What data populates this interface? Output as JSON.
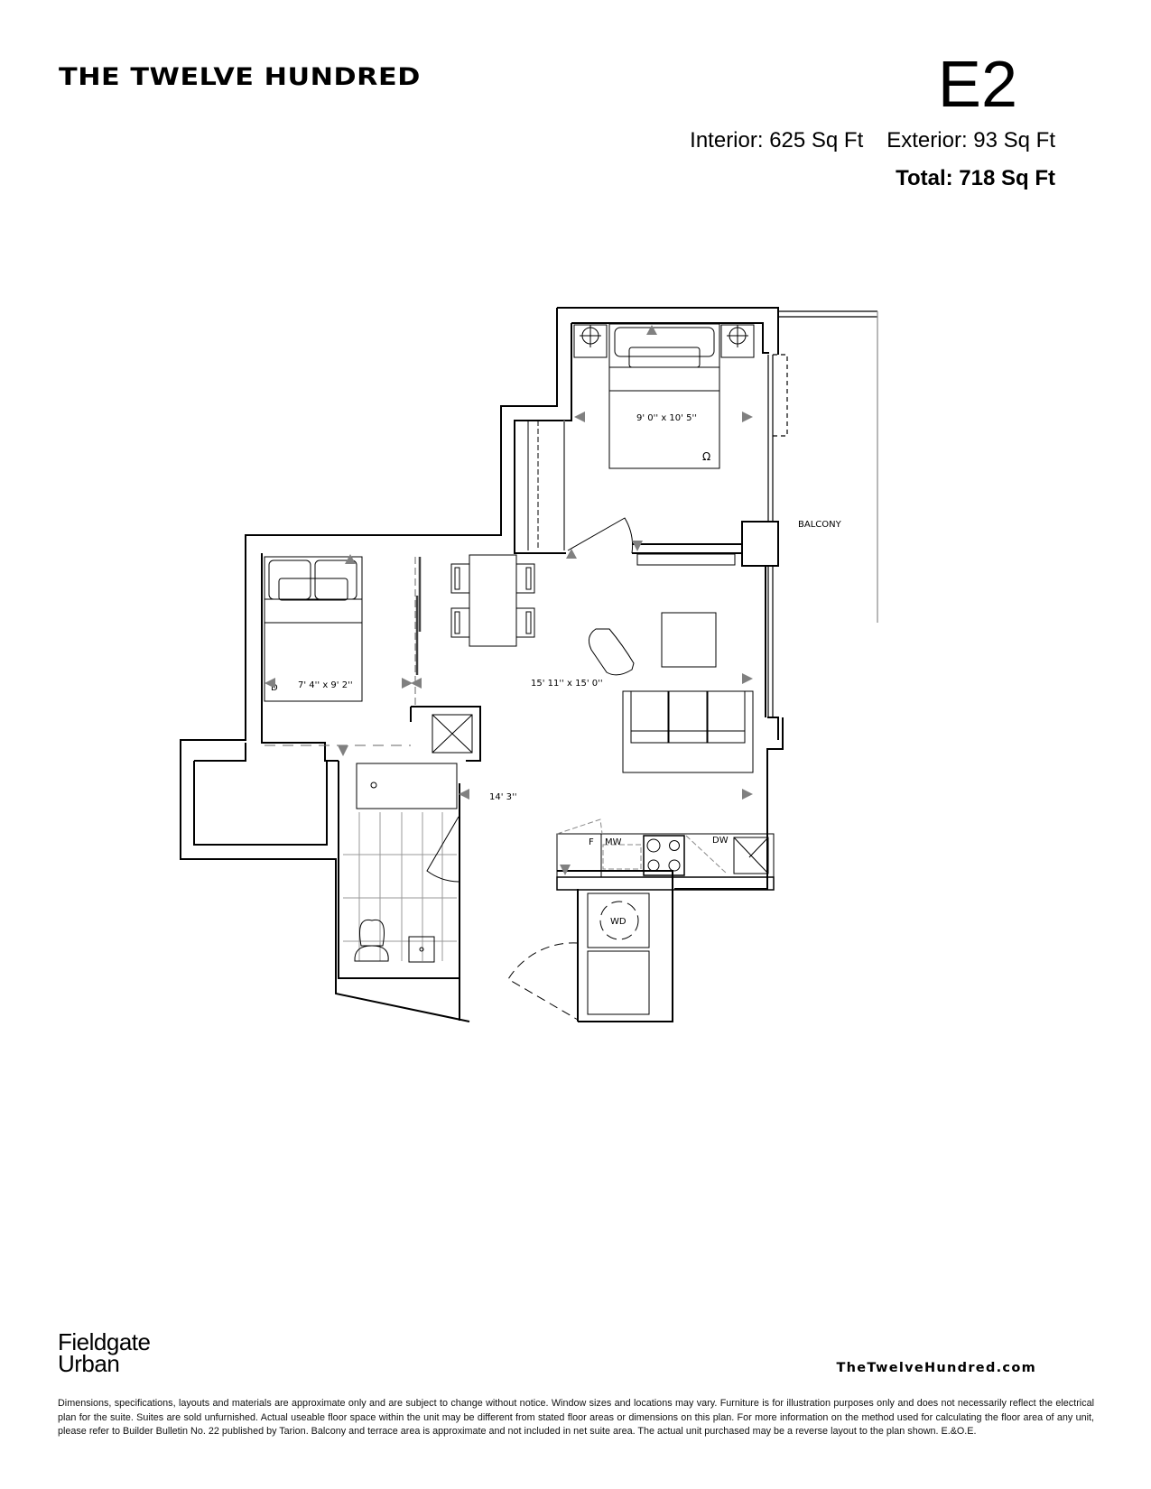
{
  "header": {
    "project_title": "THE TWELVE HUNDRED",
    "unit_code": "E2",
    "interior_area": "Interior: 625 Sq Ft",
    "exterior_area": "Exterior: 93 Sq Ft",
    "total_area": "Total: 718 Sq Ft"
  },
  "floor_plan": {
    "rooms": [
      {
        "name": "master-bedroom",
        "dimension": "9' 0'' x 10' 5''"
      },
      {
        "name": "second-bedroom",
        "dimension": "7' 4'' x 9' 2''"
      },
      {
        "name": "living-dining",
        "dimension": "15' 11'' x 15' 0''"
      },
      {
        "name": "kitchen",
        "dimension": "14' 3''"
      }
    ],
    "labels": {
      "balcony": "BALCONY",
      "fridge": "F",
      "microwave": "MW",
      "dishwasher": "DW",
      "washer_dryer": "WD",
      "bedroom_d_marker": "D"
    },
    "line_color": "#000000",
    "marker_color": "#808080"
  },
  "footer": {
    "developer_logo_line1": "Fieldgate",
    "developer_logo_line2": "Urban",
    "website": "TheTwelveHundred.com",
    "disclaimer": "Dimensions, specifications, layouts and materials are approximate only and are subject to change without notice. Window sizes and locations may vary. Furniture is for illustration purposes only and does not necessarily reflect the electrical plan for the suite. Suites are sold unfurnished. Actual useable floor space within the unit may be different from stated floor areas or dimensions on this plan. For more information on the method used for calculating the floor area of any unit, please refer to Builder Bulletin No. 22 published by Tarion. Balcony and terrace area is approximate and not included in net suite area. The actual unit purchased may be a reverse layout to the plan shown. E.&O.E."
  }
}
